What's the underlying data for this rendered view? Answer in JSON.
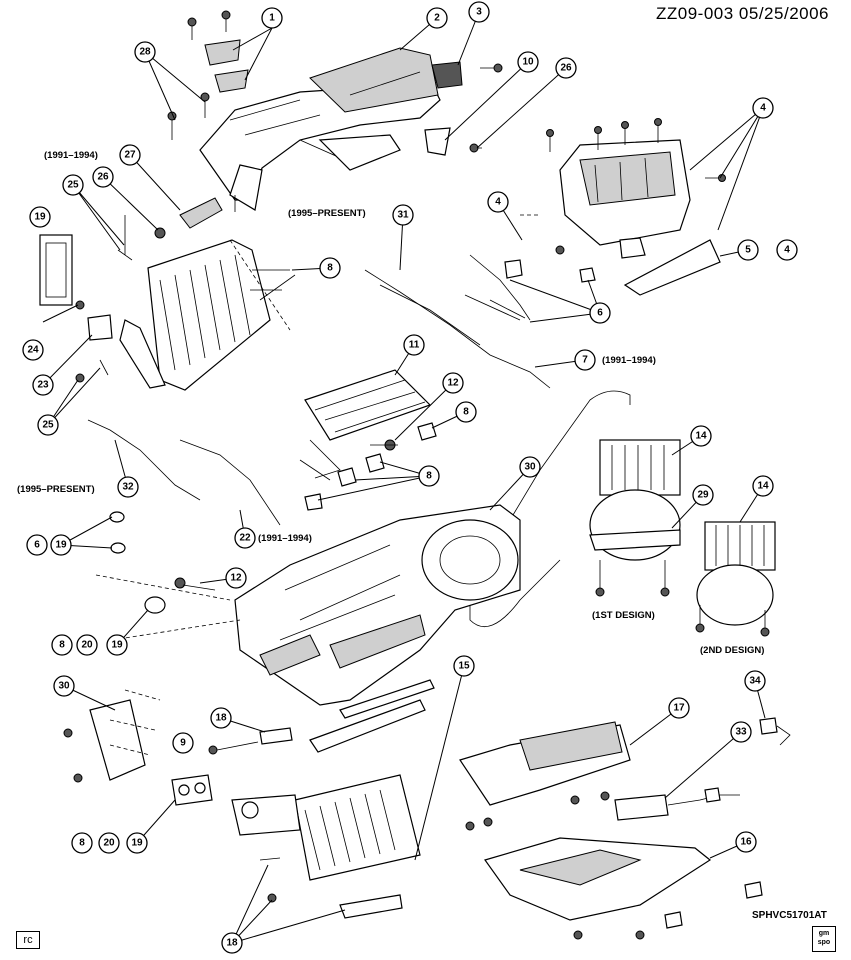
{
  "header": {
    "code": "ZZ09-003  05/25/2006"
  },
  "footer": {
    "code": "SPHVC51701AT",
    "rc_label": "rc",
    "logo_top": "gm",
    "logo_bottom": "spo"
  },
  "notes": {
    "n1991_1994_a": "(1991–1994)",
    "n1995_present_a": "(1995–PRESENT)",
    "n1991_1994_b": "(1991–1994)",
    "n1995_present_b": "(1995–PRESENT)",
    "n1991_1994_c": "(1991–1994)",
    "first_design": "(1ST DESIGN)",
    "second_design": "(2ND DESIGN)"
  },
  "callouts": {
    "c1": "1",
    "c2": "2",
    "c3": "3",
    "c4a": "4",
    "c4b": "4",
    "c4c": "4",
    "c5": "5",
    "c6a": "6",
    "c6b": "6",
    "c7": "7",
    "c8a": "8",
    "c8b": "8",
    "c8c": "8",
    "c8d": "8",
    "c8e": "8",
    "c9": "9",
    "c10": "10",
    "c11": "11",
    "c12a": "12",
    "c12b": "12",
    "c14a": "14",
    "c14b": "14",
    "c15": "15",
    "c16": "16",
    "c17": "17",
    "c18a": "18",
    "c18b": "18",
    "c19a": "19",
    "c19b": "19",
    "c19c": "19",
    "c19d": "19",
    "c20a": "20",
    "c20b": "20",
    "c22": "22",
    "c23": "23",
    "c24": "24",
    "c25a": "25",
    "c25b": "25",
    "c26a": "26",
    "c26b": "26",
    "c27": "27",
    "c28": "28",
    "c29": "29",
    "c30a": "30",
    "c30b": "30",
    "c31": "31",
    "c32": "32",
    "c33": "33",
    "c34": "34"
  }
}
